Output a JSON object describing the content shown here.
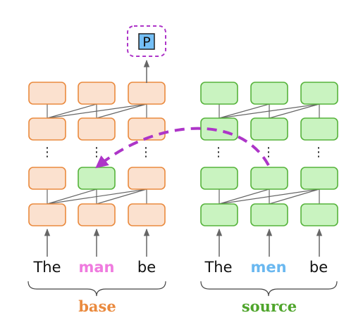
{
  "colors": {
    "base_fill": "#fbe1cf",
    "base_stroke": "#ea8a3e",
    "source_fill": "#c9f3c0",
    "source_stroke": "#56b33b",
    "intervened_fill": "#c9f3c0",
    "intervened_stroke": "#56b33b",
    "highlight_pink": "#ef7bdf",
    "highlight_blue": "#6ab8f0",
    "arrow_purple": "#ad35c8",
    "prediction_fill": "#74bff6",
    "connector_gray": "#666666",
    "text_dark": "#111111",
    "base_label_color": "#ea8a3e",
    "source_label_color": "#4fa52c"
  },
  "prediction": {
    "label": "P"
  },
  "groups": [
    {
      "id": "base",
      "label": "base",
      "tokens": [
        {
          "text": "The",
          "highlight": false
        },
        {
          "text": "man",
          "highlight": true,
          "highlight_color": "pink"
        },
        {
          "text": "be",
          "highlight": false
        }
      ]
    },
    {
      "id": "source",
      "label": "source",
      "tokens": [
        {
          "text": "The",
          "highlight": false
        },
        {
          "text": "men",
          "highlight": true,
          "highlight_color": "blue"
        },
        {
          "text": "be",
          "highlight": false
        }
      ]
    }
  ],
  "ellipsis": "⋮"
}
